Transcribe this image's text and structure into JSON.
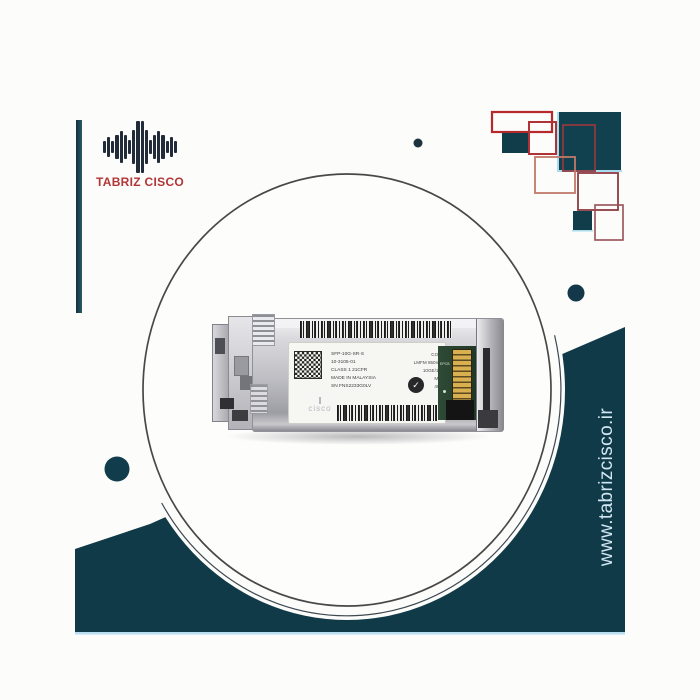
{
  "site": {
    "vertical_url": "www.tabrizcisco.ir"
  },
  "logo": {
    "title": "TABRIZ CISCO",
    "bar_heights": [
      12,
      20,
      12,
      24,
      32,
      24,
      14,
      34,
      52,
      52,
      34,
      14,
      24,
      32,
      24,
      12,
      20,
      12
    ]
  },
  "module": {
    "label_left": [
      "SFP-10G-SR-S",
      "10-3105-01",
      "CLASS 1 21CFR",
      "MADE IN MALAYSIA",
      "SN FNS2233G0LV"
    ],
    "label_right": [
      "COM",
      "LMFM 850nm",
      "10GE/1G",
      "MM",
      "450"
    ],
    "check_glyph": "✓",
    "pcb_text": "EPCB",
    "brand_mark": "cisco"
  },
  "colors": {
    "teal_dark": "#103a48",
    "teal_square": "#11404f",
    "light_blue_edge": "#aadcee",
    "red": "#b5292b",
    "maroon": "#8e3a41",
    "logo_red": "#b23537",
    "logo_navy": "#212b3a",
    "pcb_green": "#2e4a36",
    "gold": "#d8b050",
    "circle_outline": "#484848"
  }
}
